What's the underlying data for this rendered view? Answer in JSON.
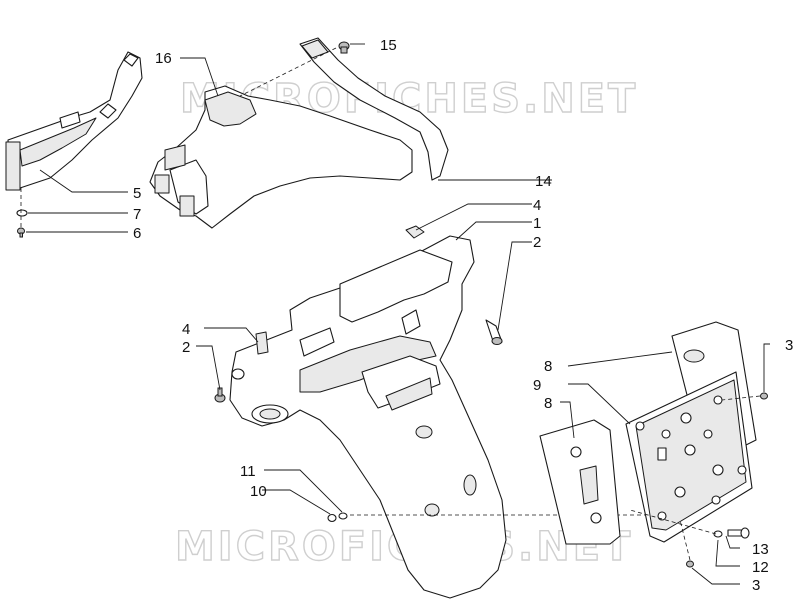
{
  "watermark": {
    "text": "MICROFICHES.NET"
  },
  "callouts": [
    {
      "id": "c1",
      "label": "1"
    },
    {
      "id": "c2a",
      "label": "2"
    },
    {
      "id": "c2b",
      "label": "2"
    },
    {
      "id": "c3a",
      "label": "3"
    },
    {
      "id": "c3b",
      "label": "3"
    },
    {
      "id": "c4a",
      "label": "4"
    },
    {
      "id": "c4b",
      "label": "4"
    },
    {
      "id": "c5",
      "label": "5"
    },
    {
      "id": "c6",
      "label": "6"
    },
    {
      "id": "c7",
      "label": "7"
    },
    {
      "id": "c8a",
      "label": "8"
    },
    {
      "id": "c8b",
      "label": "8"
    },
    {
      "id": "c9",
      "label": "9"
    },
    {
      "id": "c10",
      "label": "10"
    },
    {
      "id": "c11",
      "label": "11"
    },
    {
      "id": "c12",
      "label": "12"
    },
    {
      "id": "c13",
      "label": "13"
    },
    {
      "id": "c14",
      "label": "14"
    },
    {
      "id": "c15",
      "label": "15"
    },
    {
      "id": "c16",
      "label": "16"
    }
  ]
}
